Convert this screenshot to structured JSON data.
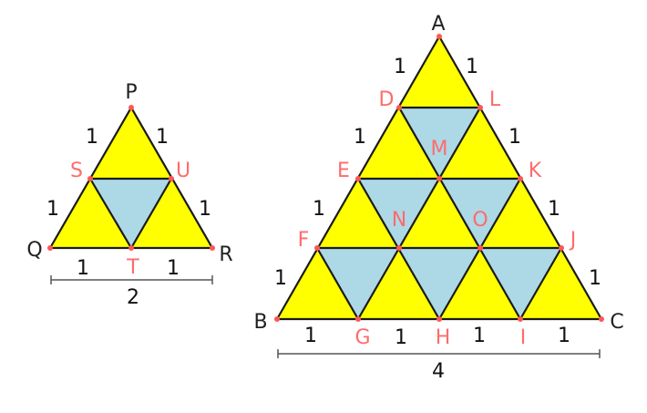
{
  "colors": {
    "yellow": "#ffff00",
    "blue": "#add8e6",
    "outline": "#1a1a1a",
    "vertex_label": "#222222",
    "point_label": "#ff6b6b",
    "point_dot": "#ff5555"
  },
  "small_triangle": {
    "labels": {
      "P": "P",
      "Q": "Q",
      "R": "R",
      "S": "S",
      "T": "T",
      "U": "U"
    },
    "segments": [
      "1",
      "1",
      "1",
      "1",
      "1",
      "1"
    ],
    "base_length": "2"
  },
  "large_triangle": {
    "labels": {
      "A": "A",
      "B": "B",
      "C": "C",
      "D": "D",
      "E": "E",
      "F": "F",
      "G": "G",
      "H": "H",
      "I": "I",
      "J": "J",
      "K": "K",
      "L": "L",
      "M": "M",
      "N": "N",
      "O": "O"
    },
    "segments": [
      "1",
      "1",
      "1",
      "1",
      "1",
      "1",
      "1",
      "1",
      "1",
      "1",
      "1",
      "1"
    ],
    "base_length": "4"
  }
}
